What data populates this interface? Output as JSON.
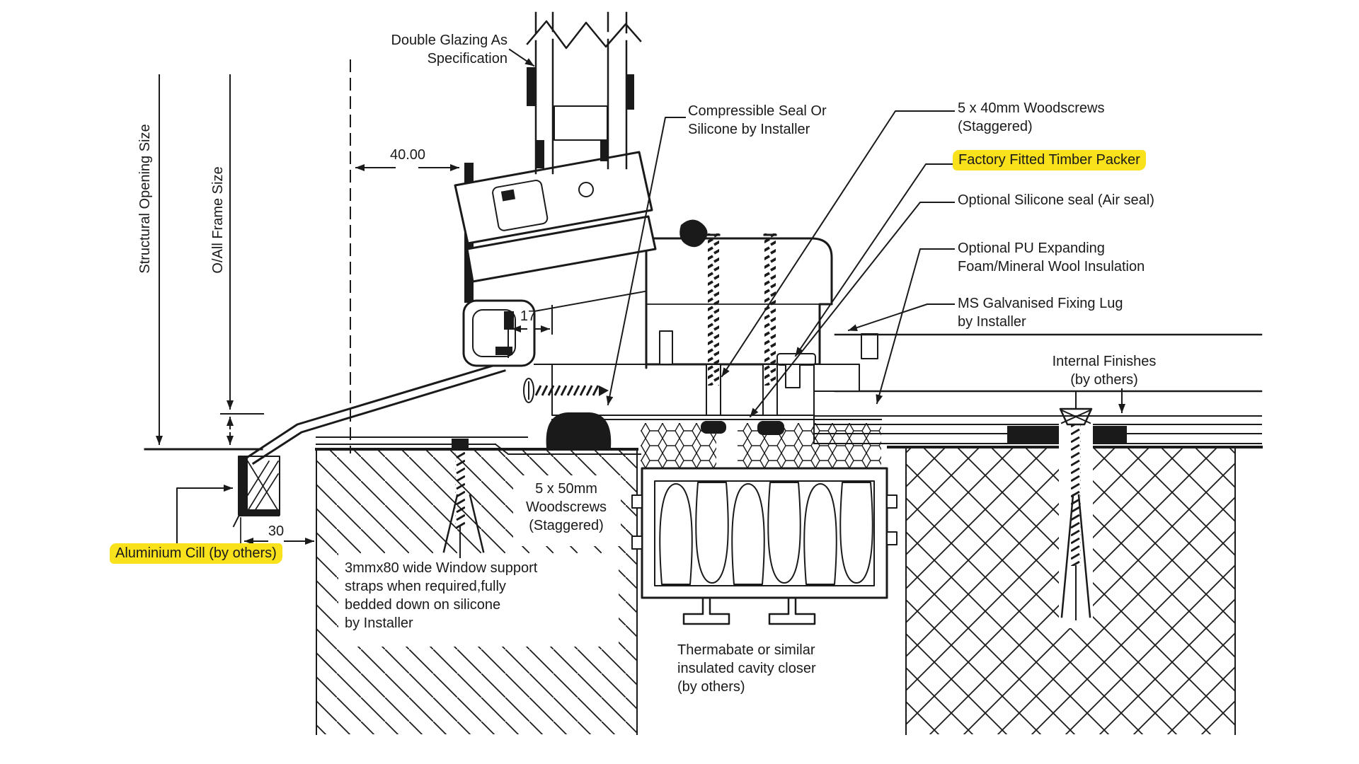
{
  "drawing": {
    "type": "window cill installation detail section",
    "colors": {
      "line": "#1a1a1a",
      "background": "#ffffff",
      "timber_packer_fill": "#eae2d1",
      "highlight_yellow": "#f9e11c"
    },
    "labels": {
      "double_glazing_1": "Double Glazing As",
      "double_glazing_2": "Specification",
      "compressible_1": "Compressible Seal Or",
      "compressible_2": "Silicone by Installer",
      "woodscrews40_1": "5 x 40mm Woodscrews",
      "woodscrews40_2": "(Staggered)",
      "timber_packer": "Factory Fitted Timber Packer",
      "silicone_seal": "Optional Silicone seal (Air seal)",
      "pu_foam_1": "Optional PU Expanding",
      "pu_foam_2": "Foam/Mineral Wool Insulation",
      "fixing_lug_1": "MS Galvanised Fixing Lug",
      "fixing_lug_2": "by Installer",
      "internal_finishes_1": "Internal Finishes",
      "internal_finishes_2": "(by others)",
      "structural_opening": "Structural Opening Size",
      "oall_frame": "O/All Frame Size",
      "aluminium_cill": "Aluminium Cill (by others)",
      "woodscrews50_1": "5 x 50mm",
      "woodscrews50_2": "Woodscrews",
      "woodscrews50_3": "(Staggered)",
      "support_straps_1": "3mmx80 wide Window support",
      "support_straps_2": "straps when required,fully",
      "support_straps_3": "bedded down on silicone",
      "support_straps_4": "by Installer",
      "thermabate_1": "Thermabate or similar",
      "thermabate_2": "insulated cavity closer",
      "thermabate_3": "(by others)"
    },
    "dimensions": {
      "frame_setback": "40.00",
      "packer_edge": "17",
      "cill_projection": "30"
    }
  }
}
